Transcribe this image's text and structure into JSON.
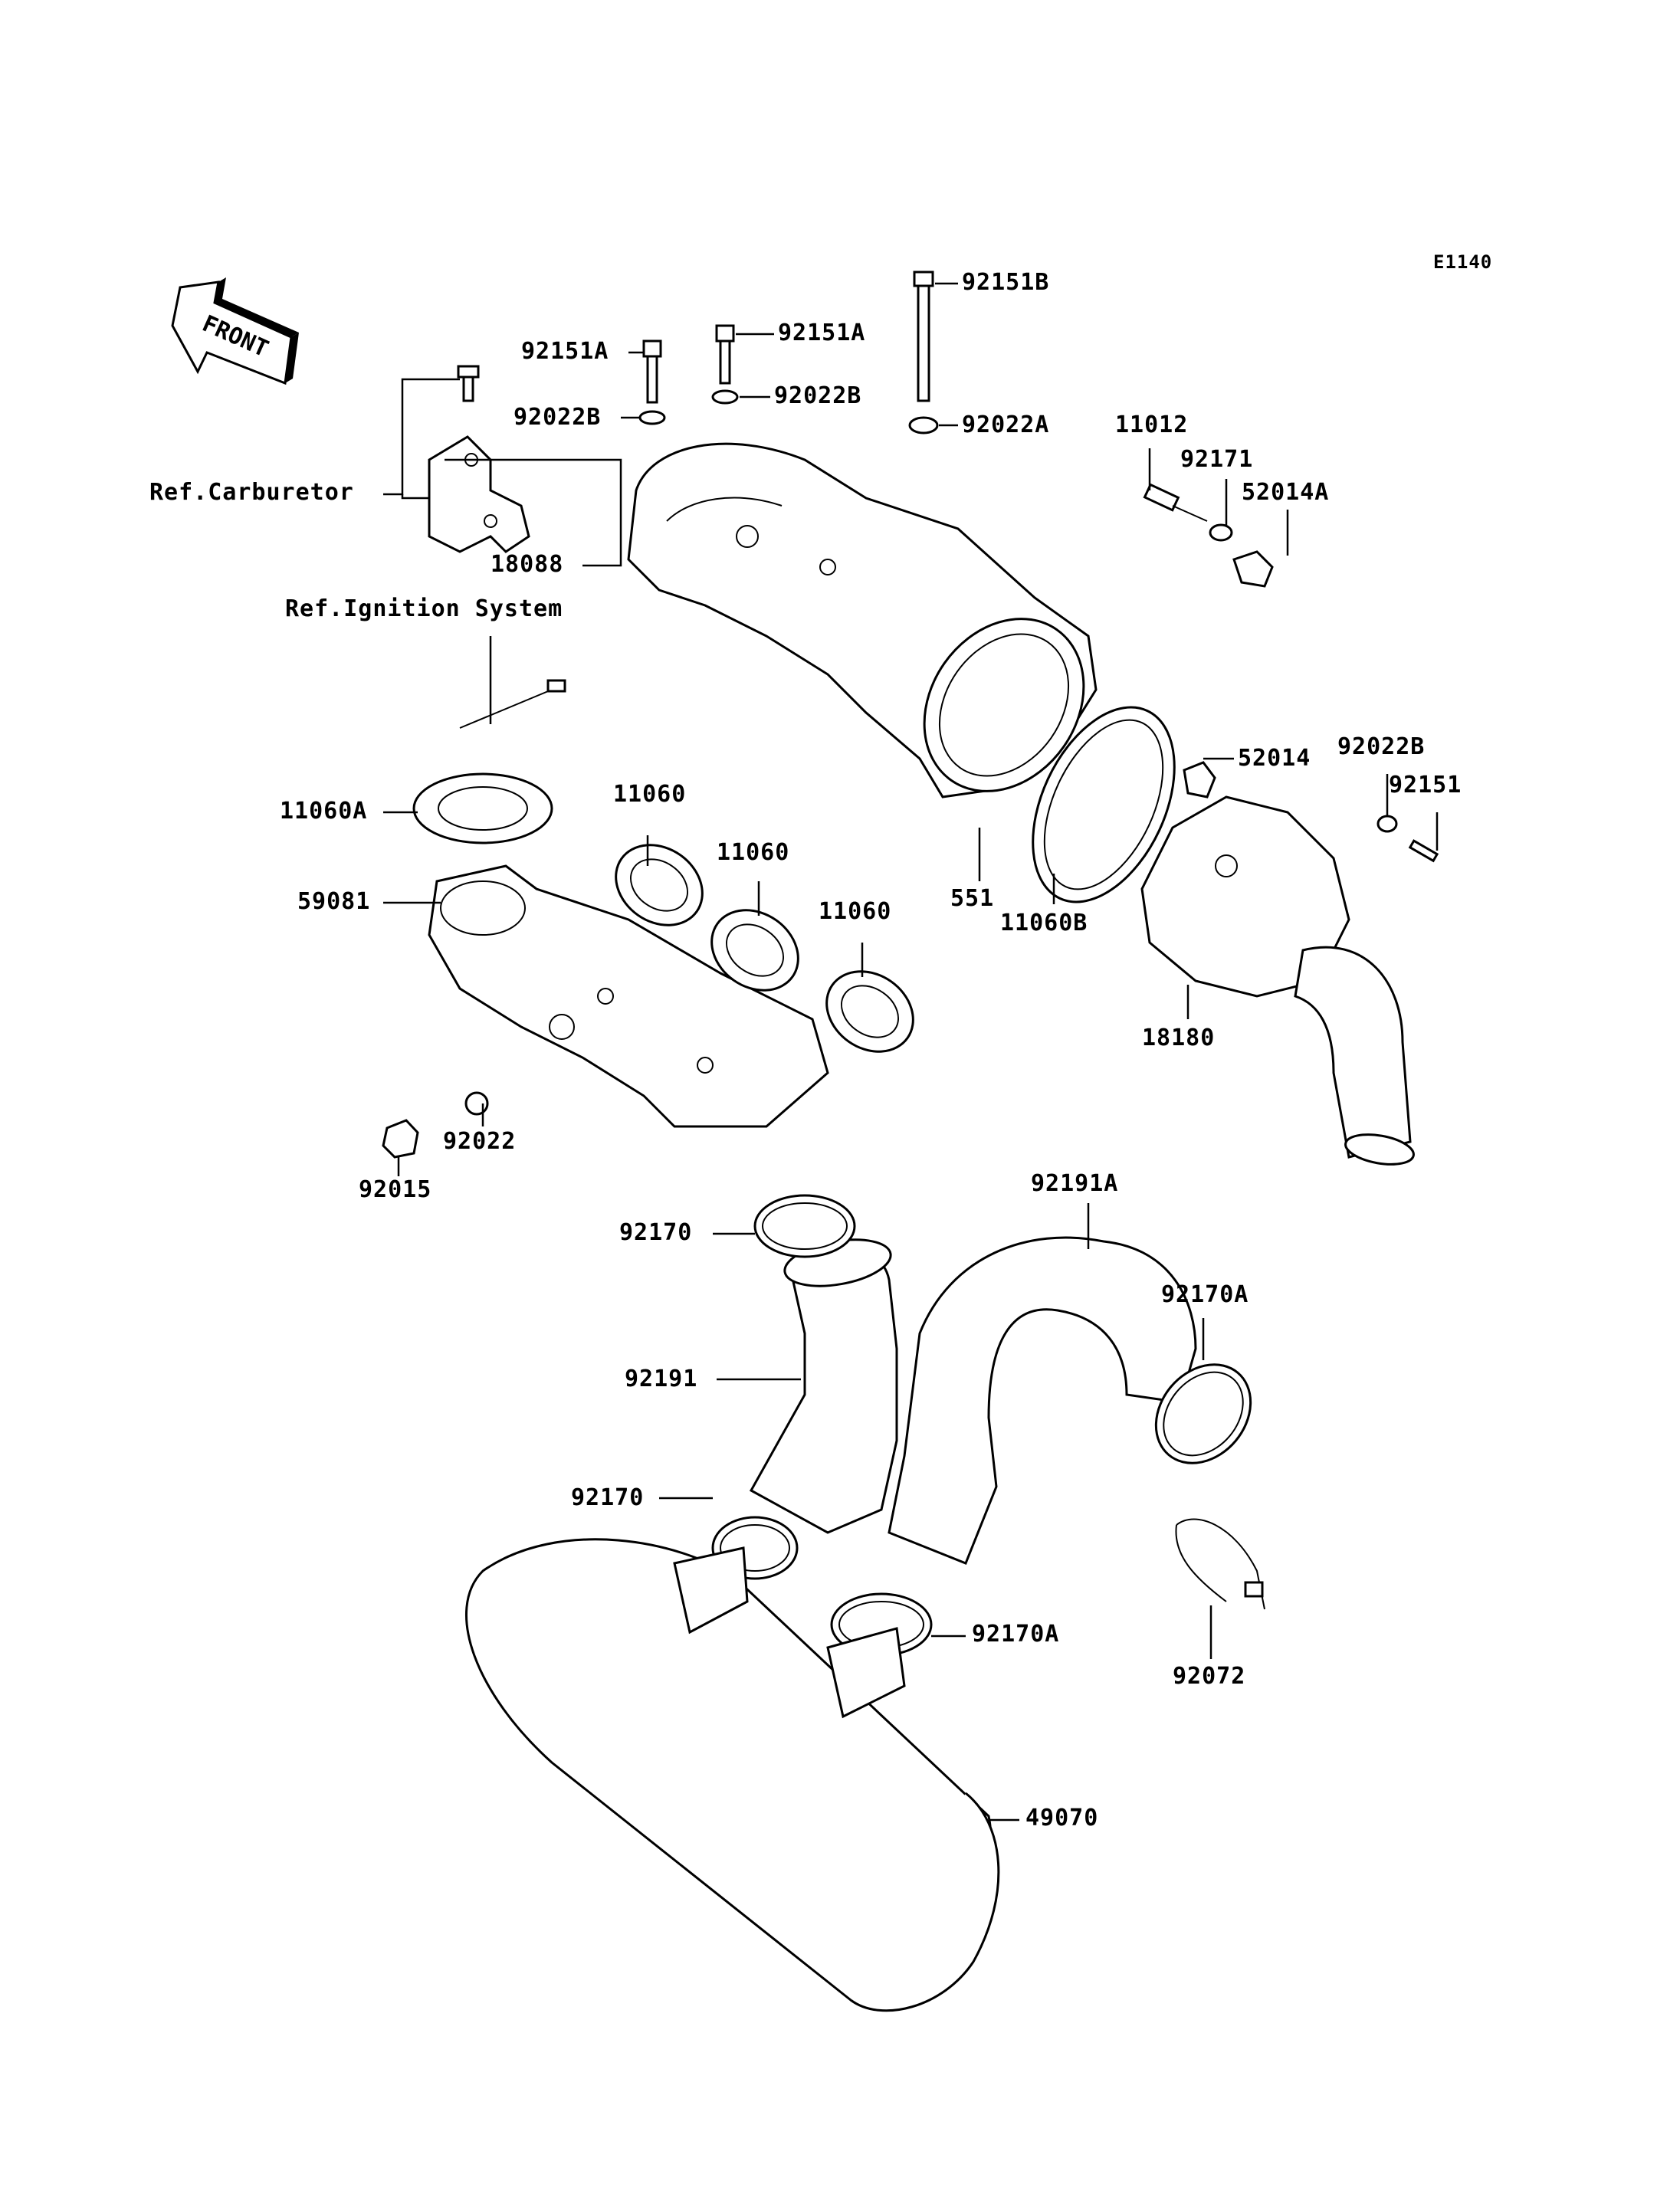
{
  "diagram_code": "E1140",
  "front_badge": "FRONT",
  "references": {
    "carburetor": "Ref.Carburetor",
    "ignition": "Ref.Ignition System"
  },
  "labels": {
    "p92151B": "92151B",
    "p92151A_1": "92151A",
    "p92151A_2": "92151A",
    "p92022B_1": "92022B",
    "p92022B_2": "92022B",
    "p92022A": "92022A",
    "p11012": "11012",
    "p92171": "92171",
    "p52014A": "52014A",
    "p18088": "18088",
    "p11060A": "11060A",
    "p11060_1": "11060",
    "p11060_2": "11060",
    "p11060_3": "11060",
    "p59081": "59081",
    "p551": "551",
    "p11060B": "11060B",
    "p52014": "52014",
    "p92022B_3": "92022B",
    "p92151": "92151",
    "p18180": "18180",
    "p92022": "92022",
    "p92015": "92015",
    "p92170_1": "92170",
    "p92191A": "92191A",
    "p92170A_1": "92170A",
    "p92191": "92191",
    "p92170_2": "92170",
    "p92170A_2": "92170A",
    "p92072": "92072",
    "p49070": "49070"
  }
}
